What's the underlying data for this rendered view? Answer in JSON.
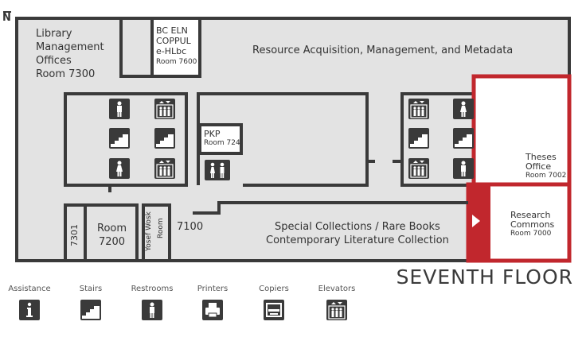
{
  "map": {
    "north_label": "N",
    "rooms": {
      "library_management": [
        "Library",
        "Management",
        "Offices",
        "Room 7300"
      ],
      "bc_eln": [
        "BC ELN",
        "COPPUL",
        "e-HLbc"
      ],
      "bc_eln_room": "Room 7600",
      "resource_acquisition": "Resource Acquisition, Management, and Metadata",
      "pkp": "PKP",
      "pkp_room": "Room 724",
      "theses": [
        "Theses",
        "Office"
      ],
      "theses_room": "Room 7002",
      "research_commons": [
        "Research",
        "Commons"
      ],
      "research_commons_room": "Room 7000",
      "room_7301": "7301",
      "room_7200": [
        "Room",
        "7200"
      ],
      "yosef_wosk": "Yosef Wosk",
      "yosef_wosk_room": "Room",
      "room_7100": "7100",
      "special_collections": [
        "Special Collections / Rare Books",
        "Contemporary Literature Collection"
      ]
    },
    "floor_title": "SEVENTH FLOOR"
  },
  "legend": {
    "items": [
      {
        "label": "Assistance",
        "icon": "assistance-icon"
      },
      {
        "label": "Stairs",
        "icon": "stairs-icon"
      },
      {
        "label": "Restrooms",
        "icon": "restroom-icon"
      },
      {
        "label": "Printers",
        "icon": "printer-icon"
      },
      {
        "label": "Copiers",
        "icon": "copier-icon"
      },
      {
        "label": "Elevators",
        "icon": "elevator-icon"
      }
    ]
  },
  "colors": {
    "wall": "#3a3a3a",
    "floor": "#e3e3e3",
    "highlight": "#c1272d",
    "background": "#ffffff"
  }
}
